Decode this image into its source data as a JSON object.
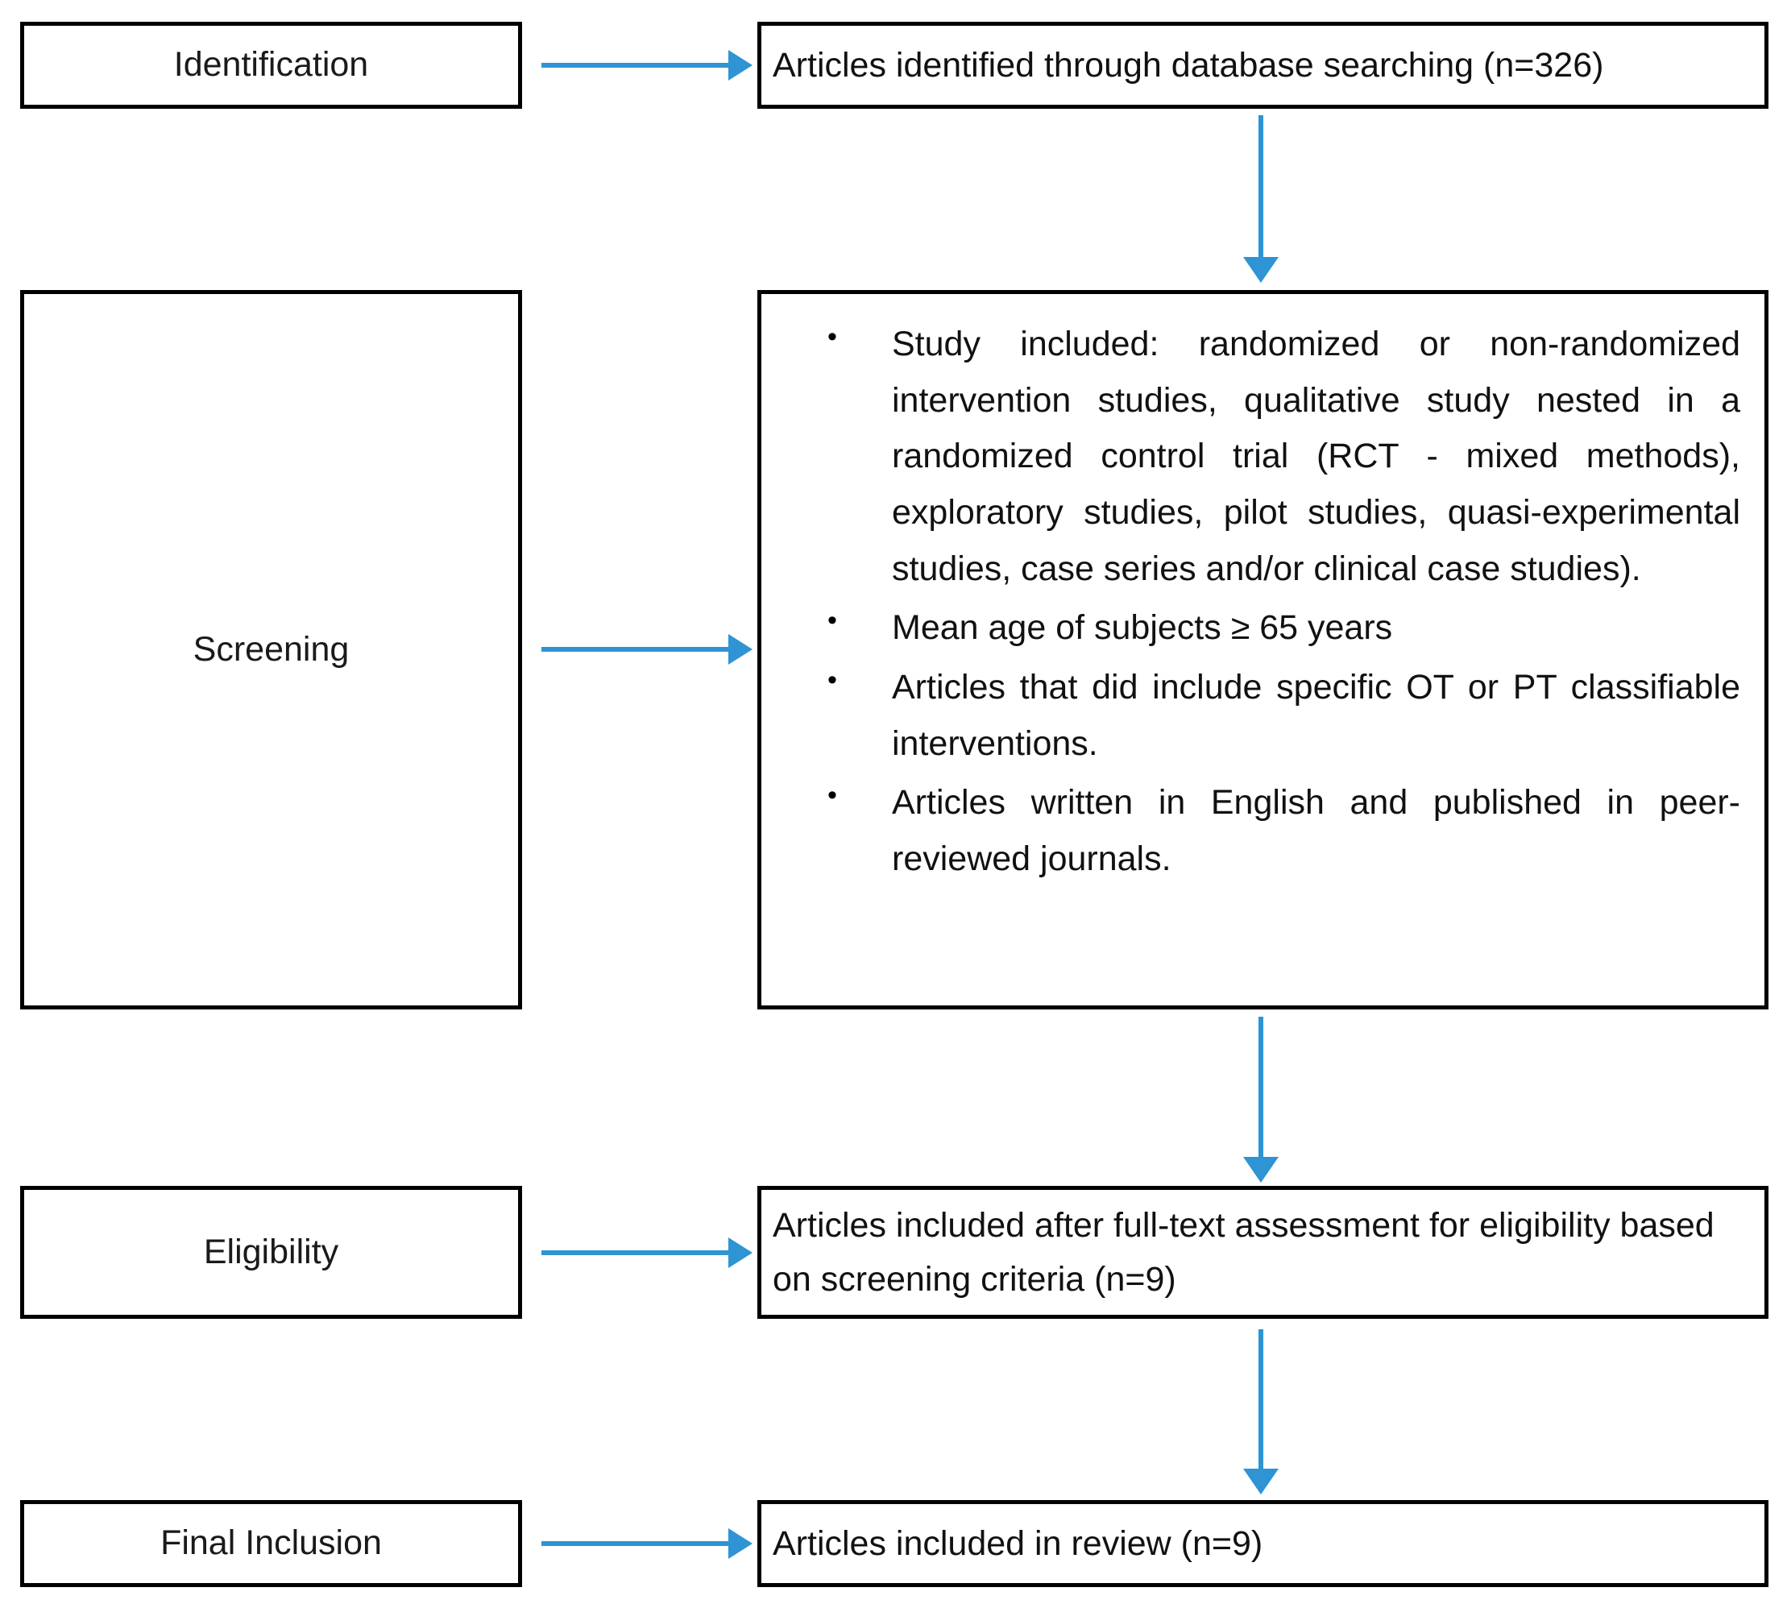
{
  "diagram": {
    "type": "prisma-flow-diagram",
    "accent_color": "#2E94D4",
    "border_color": "#000000",
    "background_color": "#ffffff",
    "stages": [
      {
        "label": "Identification"
      },
      {
        "label": "Screening"
      },
      {
        "label": "Eligibility"
      },
      {
        "label": "Final Inclusion"
      }
    ],
    "identification": {
      "text": "Articles identified through database searching (n=326)",
      "count": 326
    },
    "screening": {
      "criteria": [
        "Study included: randomized or non-randomized intervention studies, qualitative study nested in a randomized control trial (RCT - mixed methods), exploratory studies, pilot studies, quasi-experimental studies, case series and/or clinical case studies).",
        "Mean age of subjects ≥ 65 years",
        "Articles that did include specific OT or PT classifiable interventions.",
        "Articles written in English and published in peer-reviewed journals."
      ]
    },
    "eligibility": {
      "text": "Articles included after full-text assessment for eligibility based on screening criteria (n=9)",
      "count": 9
    },
    "final_inclusion": {
      "text": "Articles included in review (n=9)",
      "count": 9
    }
  }
}
